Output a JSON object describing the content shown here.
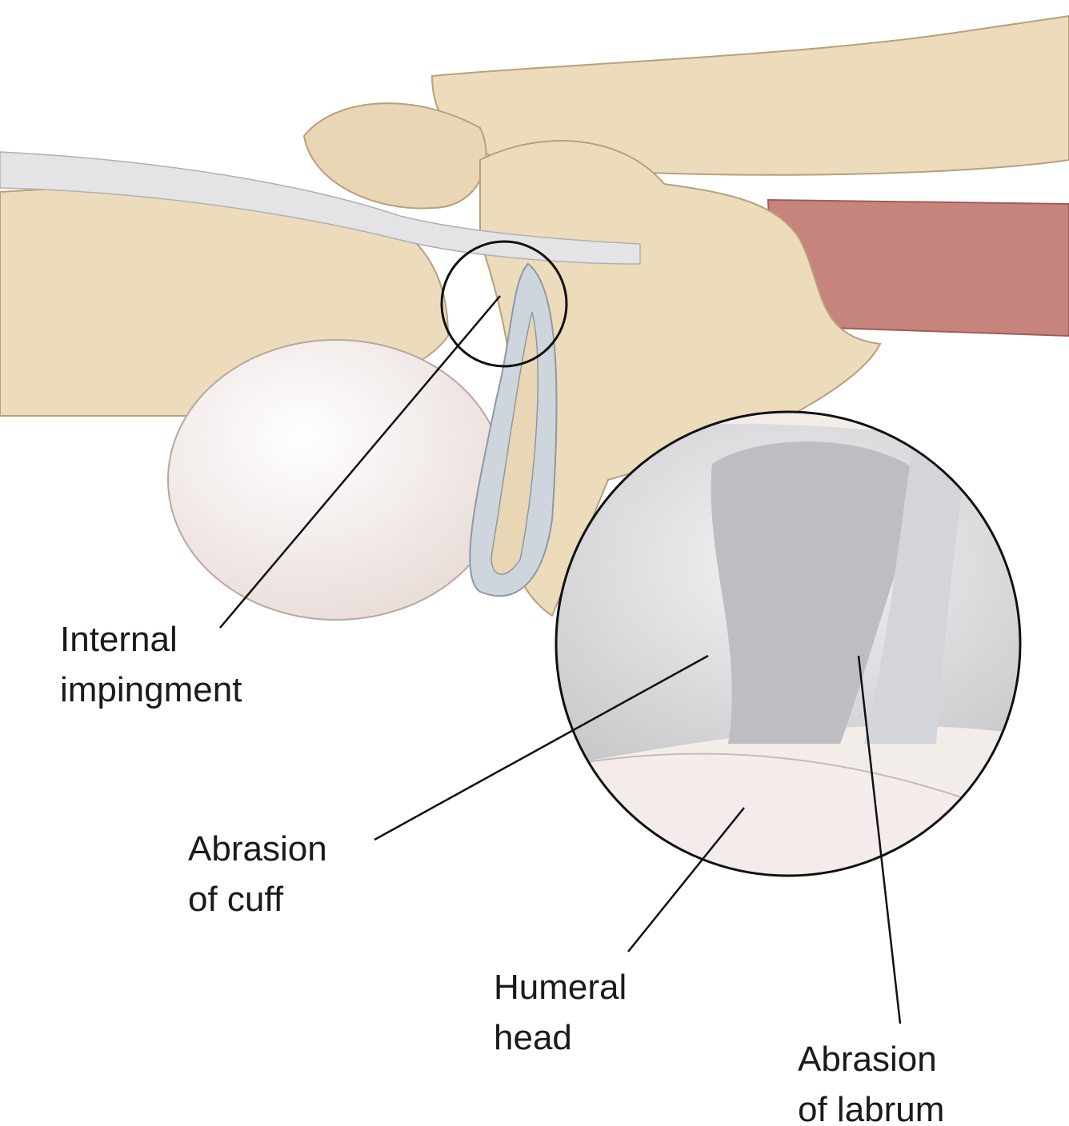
{
  "labels": {
    "internal_impingement": {
      "line1": "Internal",
      "line2": "impingment"
    },
    "abrasion_of_cuff": {
      "line1": "Abrasion",
      "line2": "of cuff"
    },
    "humeral_head": {
      "line1": "Humeral",
      "line2": "head"
    },
    "abrasion_of_labrum": {
      "line1": "Abrasion",
      "line2": "of labrum"
    }
  },
  "colors": {
    "bone": "#ecdcbc",
    "bone_shadow": "#d9c4a0",
    "muscle": "#c7847c",
    "cartilage": "#f6efed",
    "labrum": "#cfd5dc",
    "tendon": "#e4e4e6",
    "line": "#111111"
  }
}
